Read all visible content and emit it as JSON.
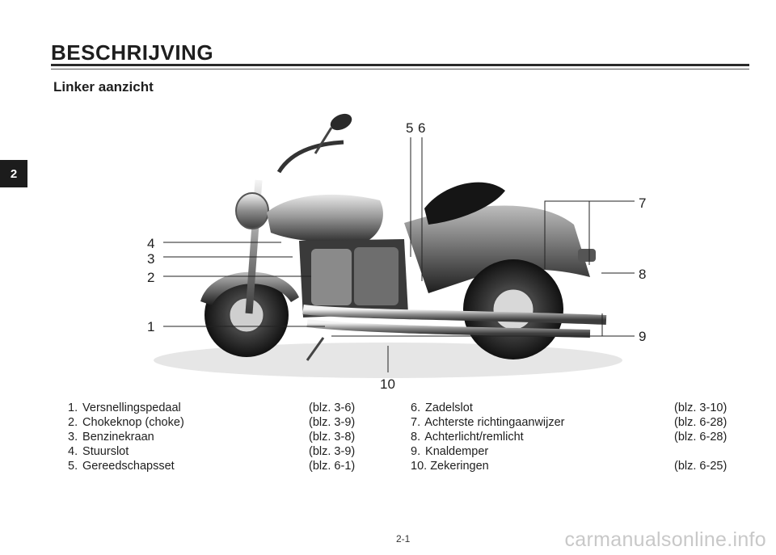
{
  "header": {
    "title": "BESCHRIJVING",
    "subtitle": "Linker aanzicht",
    "chapter": "2"
  },
  "figure": {
    "callouts": [
      "1",
      "2",
      "3",
      "4",
      "5",
      "6",
      "7",
      "8",
      "9",
      "10"
    ]
  },
  "legend": {
    "left": [
      {
        "num": "1.",
        "label": "Versnellingspedaal",
        "ref": "(blz. 3-6)"
      },
      {
        "num": "2.",
        "label": "Chokeknop (choke)",
        "ref": "(blz. 3-9)"
      },
      {
        "num": "3.",
        "label": "Benzinekraan",
        "ref": "(blz. 3-8)"
      },
      {
        "num": "4.",
        "label": "Stuurslot",
        "ref": "(blz. 3-9)"
      },
      {
        "num": "5.",
        "label": "Gereedschapsset",
        "ref": "(blz. 6-1)"
      }
    ],
    "right": [
      {
        "num": "6.",
        "label": "Zadelslot",
        "ref": "(blz. 3-10)"
      },
      {
        "num": "7.",
        "label": "Achterste richtingaanwijzer",
        "ref": "(blz. 6-28)"
      },
      {
        "num": "8.",
        "label": "Achterlicht/remlicht",
        "ref": "(blz. 6-28)"
      },
      {
        "num": "9.",
        "label": "Knaldemper",
        "ref": ""
      },
      {
        "num": "10.",
        "label": "Zekeringen",
        "ref": "(blz. 6-25)"
      }
    ]
  },
  "footer": {
    "page": "2-1",
    "watermark": "carmanualsonline.info"
  }
}
